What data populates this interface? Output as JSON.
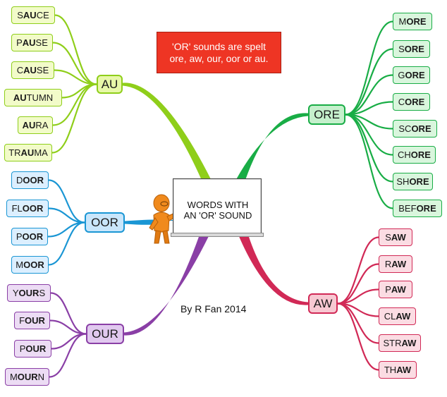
{
  "center": {
    "line1": "WORDS WITH",
    "line2": "AN 'OR' SOUND"
  },
  "note": {
    "line1": "'OR' sounds are spelt",
    "line2": "ore, aw, our, oor or au.",
    "color": "#ee3524"
  },
  "credit": "By R Fan 2014",
  "figure_icon": "orange-pointing-figure-icon",
  "branches": {
    "au": {
      "label": "AU",
      "color": "#8fce1a",
      "words": [
        {
          "pre": "S",
          "bold": "AU",
          "post": "CE"
        },
        {
          "pre": "P",
          "bold": "AU",
          "post": "SE"
        },
        {
          "pre": "C",
          "bold": "AU",
          "post": "SE"
        },
        {
          "pre": "",
          "bold": "AU",
          "post": "TUMN"
        },
        {
          "pre": "",
          "bold": "AU",
          "post": "RA"
        },
        {
          "pre": "TR",
          "bold": "AU",
          "post": "MA"
        }
      ]
    },
    "ore": {
      "label": "ORE",
      "color": "#19ad46",
      "words": [
        {
          "pre": "M",
          "bold": "ORE",
          "post": ""
        },
        {
          "pre": "S",
          "bold": "ORE",
          "post": ""
        },
        {
          "pre": "G",
          "bold": "ORE",
          "post": ""
        },
        {
          "pre": "C",
          "bold": "ORE",
          "post": ""
        },
        {
          "pre": "SC",
          "bold": "ORE",
          "post": ""
        },
        {
          "pre": "CH",
          "bold": "ORE",
          "post": ""
        },
        {
          "pre": "SH",
          "bold": "ORE",
          "post": ""
        },
        {
          "pre": "BEF",
          "bold": "ORE",
          "post": ""
        }
      ]
    },
    "oor": {
      "label": "OOR",
      "color": "#1a96d4",
      "words": [
        {
          "pre": "D",
          "bold": "OOR",
          "post": ""
        },
        {
          "pre": "FL",
          "bold": "OOR",
          "post": ""
        },
        {
          "pre": "P",
          "bold": "OOR",
          "post": ""
        },
        {
          "pre": "M",
          "bold": "OOR",
          "post": ""
        }
      ]
    },
    "our": {
      "label": "OUR",
      "color": "#8a3fa6",
      "words": [
        {
          "pre": "Y",
          "bold": "OUR",
          "post": "S"
        },
        {
          "pre": "F",
          "bold": "OUR",
          "post": ""
        },
        {
          "pre": "P",
          "bold": "OUR",
          "post": ""
        },
        {
          "pre": "M",
          "bold": "OUR",
          "post": "N"
        }
      ]
    },
    "aw": {
      "label": "AW",
      "color": "#d12956",
      "words": [
        {
          "pre": "S",
          "bold": "AW",
          "post": ""
        },
        {
          "pre": "R",
          "bold": "AW",
          "post": ""
        },
        {
          "pre": "P",
          "bold": "AW",
          "post": ""
        },
        {
          "pre": "CL",
          "bold": "AW",
          "post": ""
        },
        {
          "pre": "STR",
          "bold": "AW",
          "post": ""
        },
        {
          "pre": "TH",
          "bold": "AW",
          "post": ""
        }
      ]
    }
  }
}
